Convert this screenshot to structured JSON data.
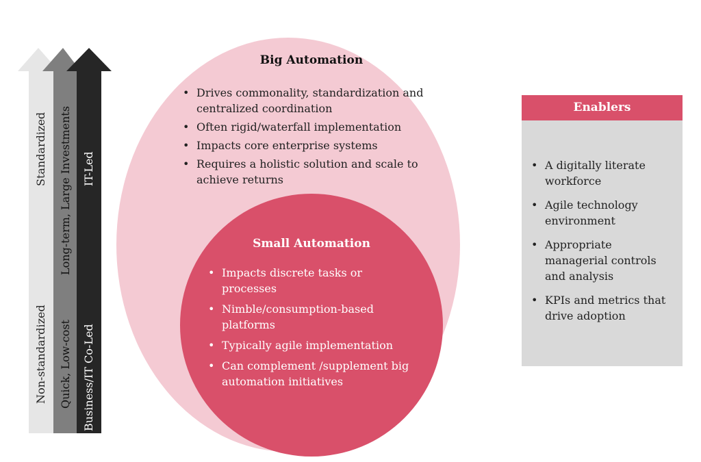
{
  "arrows": [
    {
      "top": "Standardized",
      "bottom": "Non-standardized",
      "color": "#e6e6e6"
    },
    {
      "top": "Long-term, Large Investments",
      "bottom": "Quick, Low-cost",
      "color": "#7f7f7f"
    },
    {
      "top": "IT-Led",
      "bottom": "Business/IT Co-Led",
      "color": "#262626"
    }
  ],
  "big": {
    "title": "Big Automation",
    "items": [
      "Drives commonality, standardization and centralized coordination",
      "Often rigid/waterfall implementation",
      "Impacts core enterprise systems",
      "Requires a holistic solution and scale to achieve returns"
    ]
  },
  "small": {
    "title": "Small Automation",
    "items": [
      "Impacts discrete tasks or processes",
      "Nimble/consumption-based platforms",
      "Typically agile implementation",
      "Can complement /supplement big automation initiatives"
    ]
  },
  "enablers": {
    "title": "Enablers",
    "items": [
      "A digitally literate workforce",
      "Agile technology environment",
      "Appropriate managerial controls and analysis",
      "KPIs and metrics that drive adoption"
    ]
  }
}
